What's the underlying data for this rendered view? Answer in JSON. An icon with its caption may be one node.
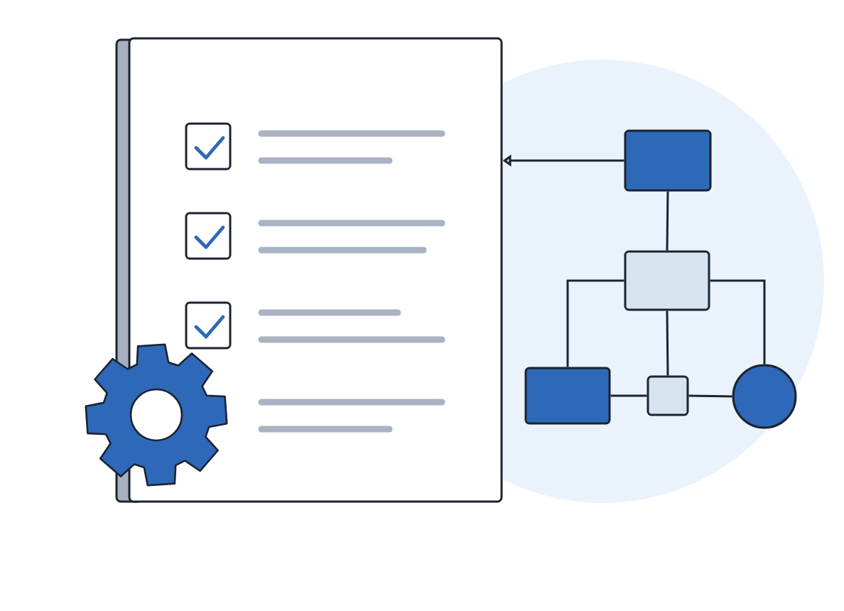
{
  "diagram": {
    "nodes": [
      {
        "text": [],
        "shape": "document"
      },
      {
        "text": [],
        "shape": "box"
      },
      {
        "text": [],
        "shape": "box"
      },
      {
        "text": [],
        "shape": "box"
      },
      {
        "text": [],
        "shape": "box"
      },
      {
        "text": [],
        "shape": "circle"
      }
    ],
    "edges": [
      {
        "from": 1,
        "to": 0,
        "arrow": "to"
      },
      {
        "from": 1,
        "to": 2,
        "arrow": "none"
      },
      {
        "from": 2,
        "to": 3,
        "arrow": "none"
      },
      {
        "from": 2,
        "to": 4,
        "arrow": "none"
      },
      {
        "from": 2,
        "to": 5,
        "arrow": "none"
      },
      {
        "from": 3,
        "to": 4,
        "arrow": "none"
      },
      {
        "from": 4,
        "to": 5,
        "arrow": "none"
      }
    ]
  }
}
